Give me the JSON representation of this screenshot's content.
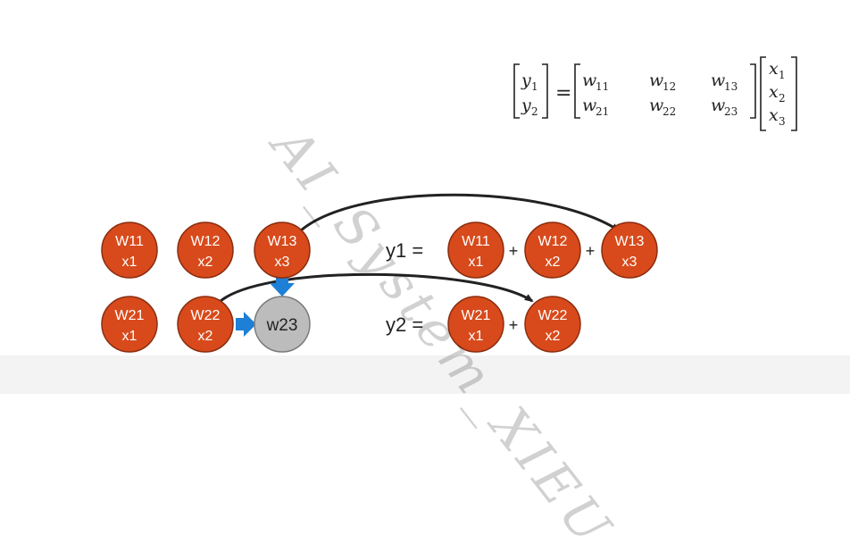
{
  "watermark": "AI_System_XIEU",
  "colors": {
    "node": "#d84a1b",
    "node_stroke": "#8a2d10",
    "gray_node": "#bcbcbc",
    "arrow_blue": "#1e7fd6",
    "curve": "#222222"
  },
  "grid": {
    "row1": [
      {
        "top": "W11",
        "bottom": "x1"
      },
      {
        "top": "W12",
        "bottom": "x2"
      },
      {
        "top": "W13",
        "bottom": "x3"
      }
    ],
    "row2": [
      {
        "top": "W21",
        "bottom": "x1"
      },
      {
        "top": "W22",
        "bottom": "x2"
      }
    ],
    "gray": "w23"
  },
  "equations": [
    {
      "label": "y1 =",
      "terms": [
        {
          "top": "W11",
          "bottom": "x1"
        },
        {
          "top": "W12",
          "bottom": "x2"
        },
        {
          "top": "W13",
          "bottom": "x3"
        }
      ],
      "plus": "+"
    },
    {
      "label": "y2 =",
      "terms": [
        {
          "top": "W21",
          "bottom": "x1"
        },
        {
          "top": "W22",
          "bottom": "x2"
        }
      ],
      "plus": "+"
    }
  ],
  "matrix": {
    "lhs": [
      {
        "v": "y",
        "s": "1"
      },
      {
        "v": "y",
        "s": "2"
      }
    ],
    "eq": "=",
    "w": [
      [
        {
          "v": "w",
          "s": "11"
        },
        {
          "v": "w",
          "s": "12"
        },
        {
          "v": "w",
          "s": "13"
        }
      ],
      [
        {
          "v": "w",
          "s": "21"
        },
        {
          "v": "w",
          "s": "22"
        },
        {
          "v": "w",
          "s": "23"
        }
      ]
    ],
    "x": [
      {
        "v": "x",
        "s": "1"
      },
      {
        "v": "x",
        "s": "2"
      },
      {
        "v": "x",
        "s": "3"
      }
    ]
  }
}
